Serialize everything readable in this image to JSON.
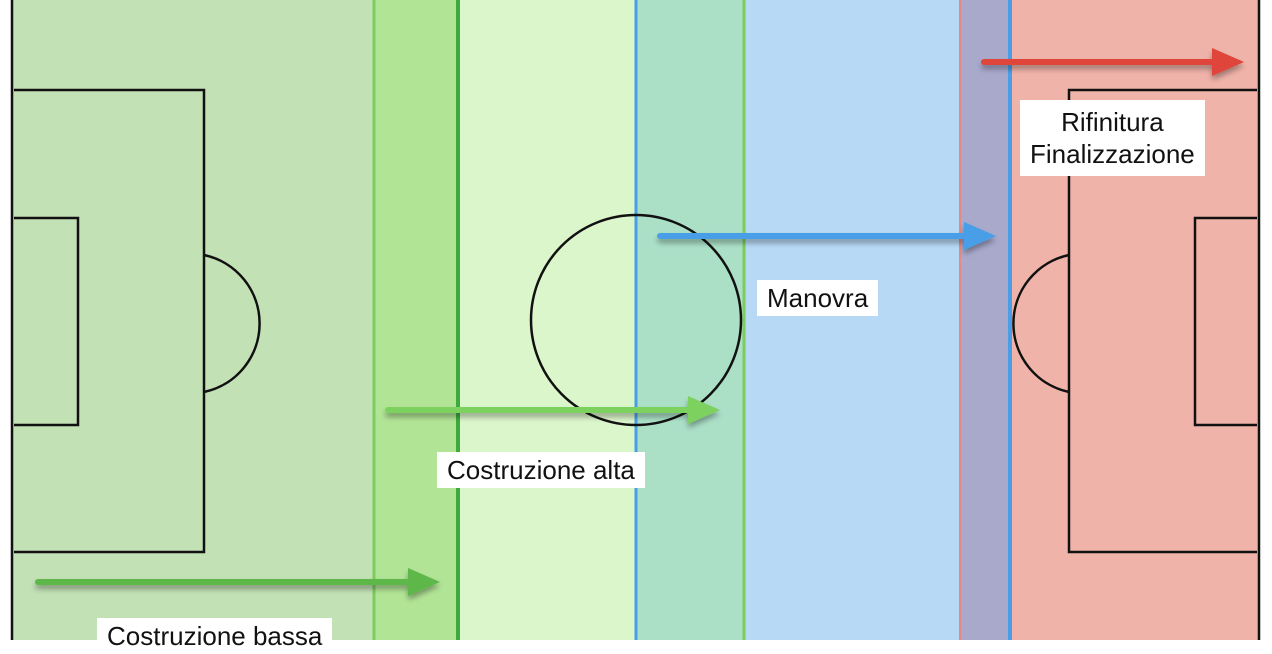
{
  "phases": [
    {
      "id": "costruzione-bassa",
      "label": "Costruzione bassa",
      "color": "#5db84a"
    },
    {
      "id": "costruzione-alta",
      "label": "Costruzione alta",
      "color": "#7cd15f"
    },
    {
      "id": "manovra",
      "label": "Manovra",
      "color": "#4a9ee8"
    },
    {
      "id": "rifinitura-finalizzazione",
      "label_lines": [
        "Rifinitura",
        "Finalizzazione"
      ],
      "color": "#e0453a"
    }
  ],
  "zone_colors": {
    "dark_green": "#c2e1b5",
    "band_green": "#b2e496",
    "light_green": "#dcf6cc",
    "teal_overlap": "#abe0c7",
    "blue": "#b8d9f6",
    "purple_overlap": "#a9a9cc",
    "red": "#efb3a9"
  }
}
